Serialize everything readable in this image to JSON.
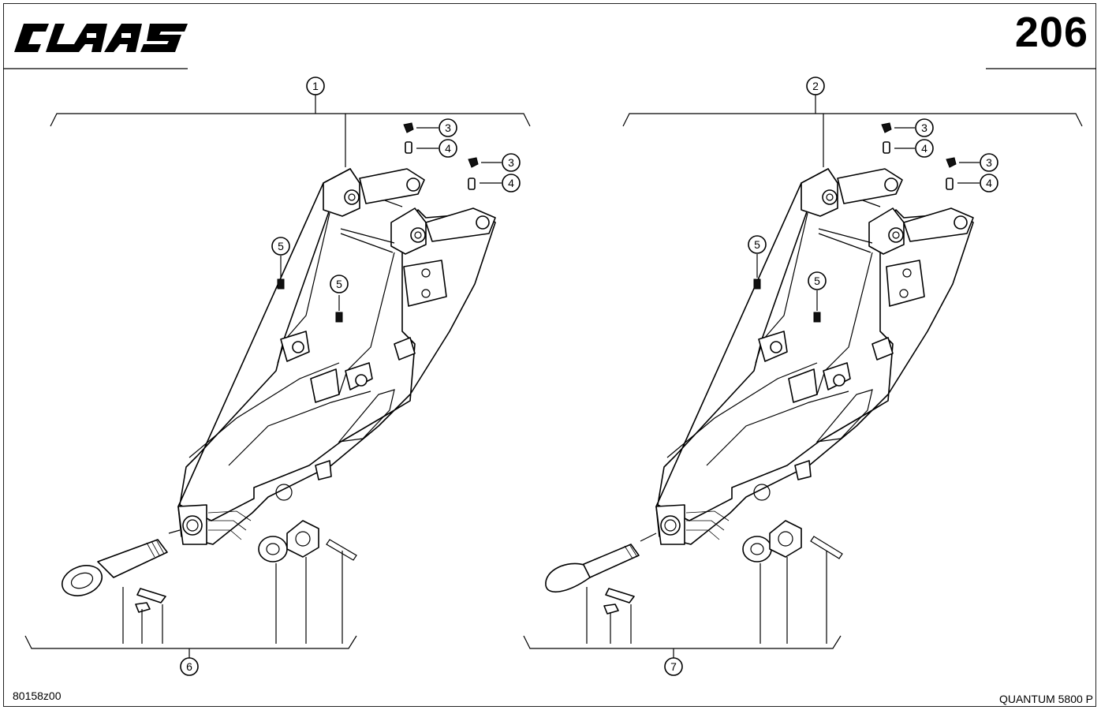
{
  "header": {
    "brand_logo_text": "CLAAS",
    "page_number": "206"
  },
  "footer": {
    "drawing_code": "80158z00",
    "model_name": "QUANTUM 5800 P"
  },
  "callouts": {
    "left_assembly": "1",
    "right_assembly": "2",
    "grease_cap": "3",
    "grease_nipple": "4",
    "grease_fitting": "5",
    "left_hitch_kit": "6",
    "right_hitch_kit": "7"
  }
}
